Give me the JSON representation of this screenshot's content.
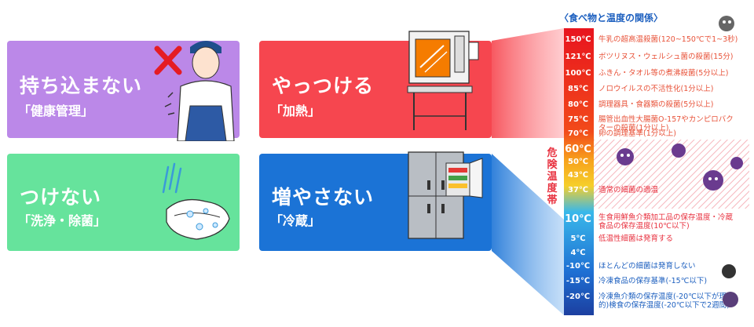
{
  "cards": [
    {
      "title": "持ち込まない",
      "subtitle": "「健康管理」"
    },
    {
      "title": "つけない",
      "subtitle": "「洗浄・除菌」"
    },
    {
      "title": "やっつける",
      "subtitle": "「加熱」"
    },
    {
      "title": "増やさない",
      "subtitle": "「冷蔵」"
    }
  ],
  "chart": {
    "title": "〈食べ物と温度の関係〉",
    "danger_label": "危険温度帯",
    "rows": [
      {
        "temp": "150℃",
        "text": "牛乳の超高温殺菌(120~150℃で1~3秒)"
      },
      {
        "temp": "121℃",
        "text": "ボツリヌス・ウェルシュ菌の殺菌(15分)"
      },
      {
        "temp": "100℃",
        "text": "ふきん・タオル等の煮沸殺菌(5分以上)"
      },
      {
        "temp": "85℃",
        "text": "ノロウイルスの不活性化(1分以上)"
      },
      {
        "temp": "80℃",
        "text": "調理器具・食器類の殺菌(5分以上)"
      },
      {
        "temp": "75℃",
        "text": "腸管出血性大腸菌O-157やカンピロバクターの殺菌(1分以上)"
      },
      {
        "temp": "70℃",
        "text": "卵の調理基準(1分以上)"
      },
      {
        "temp": "60℃",
        "text": ""
      },
      {
        "temp": "50℃",
        "text": ""
      },
      {
        "temp": "43℃",
        "text": ""
      },
      {
        "temp": "37℃",
        "text": "通常の細菌の適温"
      },
      {
        "temp": "10℃",
        "text": "生食用鮮魚介類加工品の保存温度・冷蔵食品の保存温度(10℃以下)"
      },
      {
        "temp": "5℃",
        "text": "低温性細菌は発育する"
      },
      {
        "temp": "4℃",
        "text": ""
      },
      {
        "temp": "-10℃",
        "text": "ほとんどの細菌は発育しない"
      },
      {
        "temp": "-15℃",
        "text": "冷凍食品の保存基準(-15℃以下)"
      },
      {
        "temp": "-20℃",
        "text": "冷凍魚介類の保存温度(-20℃以下が理想的)検食の保存温度(-20℃以下で2週間)"
      }
    ]
  },
  "colors": {
    "purple": "#bb88e8",
    "green": "#66e39c",
    "red": "#f6464f",
    "blue": "#1b73d6"
  }
}
